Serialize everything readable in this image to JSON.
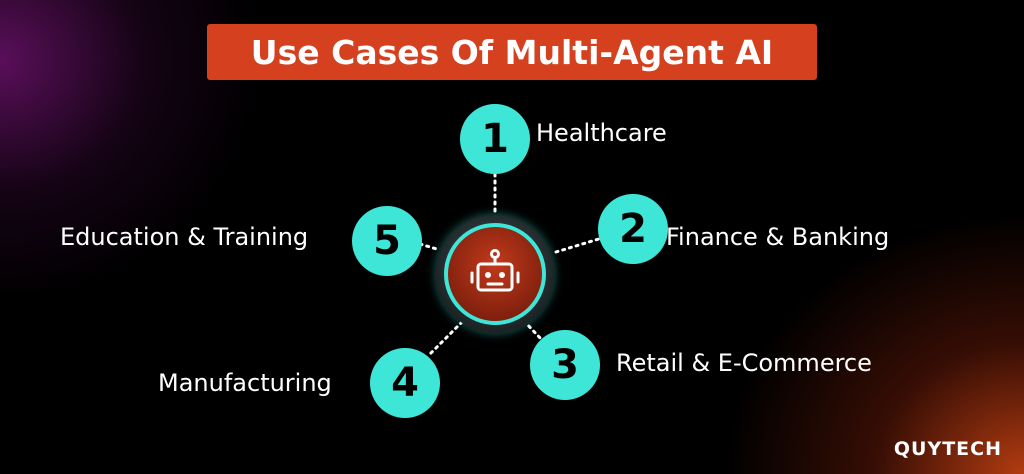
{
  "title": "Use Cases Of Multi-Agent AI",
  "hub": {
    "icon": "robot-icon"
  },
  "use_cases": [
    {
      "number": "1",
      "label": "Healthcare"
    },
    {
      "number": "2",
      "label": "Finance & Banking"
    },
    {
      "number": "3",
      "label": "Retail & E-Commerce"
    },
    {
      "number": "4",
      "label": "Manufacturing"
    },
    {
      "number": "5",
      "label": "Education & Training"
    }
  ],
  "brand": "QUYTECH",
  "colors": {
    "title_bg": "#d5401e",
    "node": "#3ee6d8",
    "hub_ring": "#3ee6d8"
  }
}
